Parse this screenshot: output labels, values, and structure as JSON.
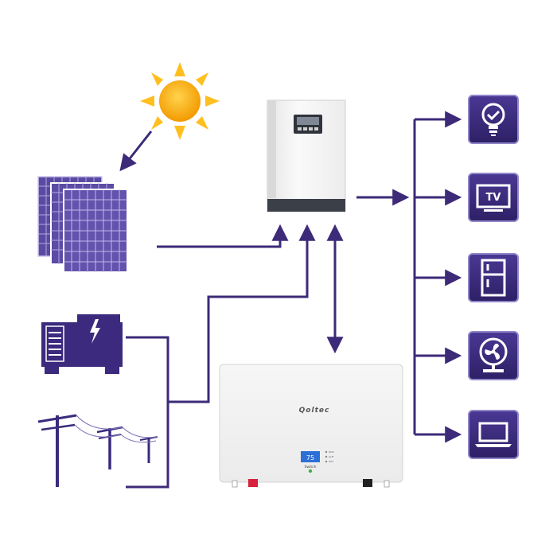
{
  "brand": {
    "logo_text": "Qoltec"
  },
  "battery": {
    "display_value": "75",
    "switch_label": "Switch",
    "status_lines": [
      "RUN",
      "ALM",
      "SOC"
    ]
  },
  "devices": [
    {
      "name": "light-bulb",
      "icon": "light-bulb-icon",
      "label": ""
    },
    {
      "name": "tv",
      "icon": "tv-icon",
      "label": "TV"
    },
    {
      "name": "refrigerator",
      "icon": "refrigerator-icon",
      "label": ""
    },
    {
      "name": "fan",
      "icon": "fan-icon",
      "label": ""
    },
    {
      "name": "laptop",
      "icon": "laptop-icon",
      "label": ""
    }
  ],
  "colors": {
    "line": "#3d2a78",
    "device_bg": "#3b2a7d",
    "device_border": "#8f86c9",
    "panel_bg": "#5a4aa3",
    "panel_grid": "#b3a8e0",
    "sun": "#f7a400",
    "sun_ray": "#ffbf1f",
    "white_unit": "#f2f2f2"
  }
}
